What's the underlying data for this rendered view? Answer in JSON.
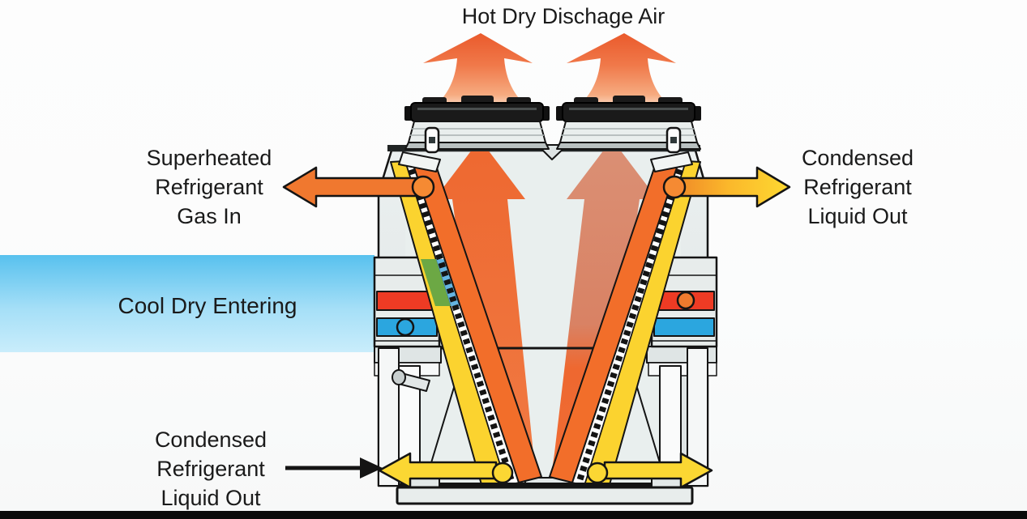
{
  "diagram": {
    "type": "air-cooled-condenser-flow-diagram"
  },
  "labels": {
    "discharge_air": {
      "text": "Hot Dry Dischage Air"
    },
    "gas_in": {
      "lines": [
        "Superheated",
        "Refrigerant",
        "Gas In"
      ]
    },
    "liquid_out_right": {
      "lines": [
        "Condensed",
        "Refrigerant",
        "Liquid Out"
      ]
    },
    "cool_air": {
      "text": "Cool Dry Entering"
    },
    "liquid_out_bottom": {
      "lines": [
        "Condensed",
        "Refrigerant",
        "Liquid Out"
      ]
    }
  },
  "colors": {
    "hot_air": "#ef6c33",
    "hot_air_fade": "#fbd9c0",
    "refrigerant_gas_arrow": "#f0782f",
    "refrigerant_liquid_arrow": "#fbd733",
    "coil_orange": "#f26e2a",
    "coil_yellow": "#fbd32f",
    "coil_green": "#6ca844",
    "header_red": "#ee3b24",
    "header_blue": "#2ba6df",
    "cool_air_band_top": "#58c1ee",
    "cool_air_band_bottom": "#c9edfb",
    "cabinet_gray": "#e3e9e9",
    "fan_black": "#1a1a1a",
    "label_text": "#1a1a1a"
  }
}
